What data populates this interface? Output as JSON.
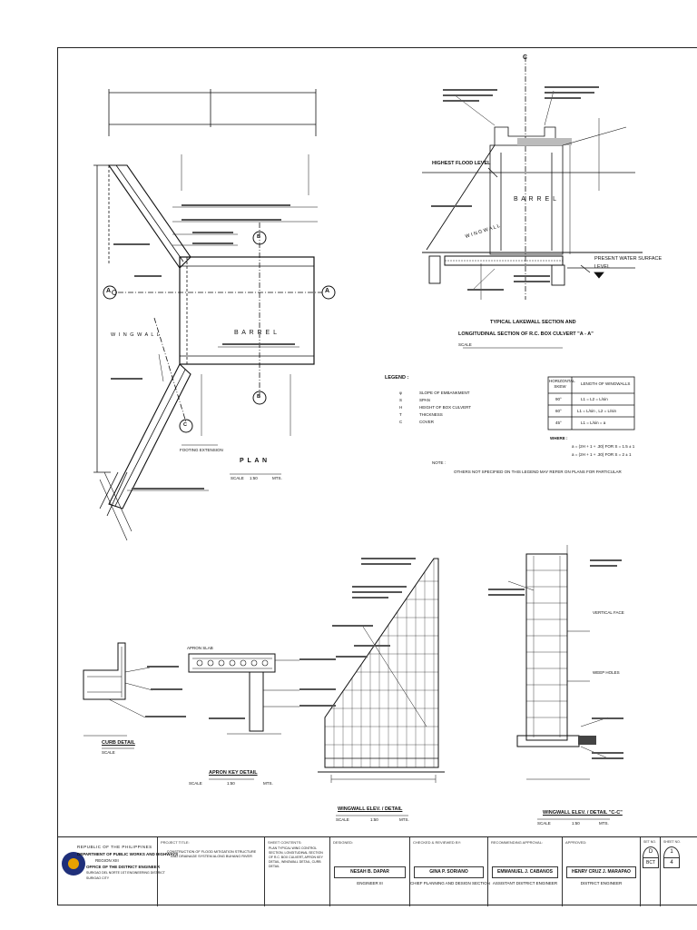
{
  "section_aa": {
    "title_line1": "TYPICAL LAKEWALL SECTION AND",
    "title_line2": "LONGITUDINAL SECTION OF R.C. BOX CULVERT \"A - A\"",
    "highest_flood_level": "HIGHEST FLOOD LEVEL",
    "present_water_surface": "PRESENT WATER SURFACE",
    "level": "LEVEL",
    "barrel": "B A R R E L",
    "wing_wall": "W I N G   W A L L",
    "section_marker": "C",
    "scale_label": "SCALE"
  },
  "plan": {
    "title": "P L A N",
    "scale": "SCALE",
    "scale_value": "1:50",
    "unit": "MTS.",
    "barrel": "B A R R E L",
    "wing_wall": "W I N G   W A L L",
    "marker_a": "A",
    "marker_b": "B",
    "marker_c": "C",
    "footing_extension": "FOOTING EXTENSION"
  },
  "legend": {
    "title": "LEGEND :",
    "items": [
      {
        "sym": "φ",
        "desc": "SLOPE OF EMBANKMENT"
      },
      {
        "sym": "S",
        "desc": "SPAN"
      },
      {
        "sym": "H",
        "desc": "HEIGHT OF BOX CULVERT"
      },
      {
        "sym": "T",
        "desc": "THICKNESS"
      },
      {
        "sym": "C",
        "desc": "COVER"
      }
    ],
    "table_header_1": "HORIZONTAL SKEW",
    "table_header_2": "LENGTH OF WINGWALLS",
    "table_rows": [
      {
        "skew": "90°",
        "len": "L1 = L2 = L/sin"
      },
      {
        "skew": "60°",
        "len": "L1 = L/sin , L2 = L/sin"
      },
      {
        "skew": "45°",
        "len": "L1 = L/sin  = a"
      }
    ],
    "where": "WHERE :",
    "where_1": "a = (2H + 1 + .30) FOR S = 1.5 ± 1",
    "where_2": "a = (2H + 1 + .30) FOR S = 2 ± 1",
    "note_label": "NOTE :",
    "note_text": "OTHERS NOT SPECIFIED ON THIS LEGEND MAY REFER ON PLANS FOR PARTICULAR"
  },
  "details": {
    "curb": "CURB DETAIL",
    "apron": "APRON KEY DETAIL",
    "wingwall_elev": "WINGWALL ELEV. / DETAIL",
    "wingwall_elev_c": "WINGWALL ELEV. / DETAIL \"C-C\"",
    "scale": "SCALE",
    "scale_value": "1:50",
    "unit": "MTS.",
    "apron_slab": "APRON SLAB",
    "weep_holes": "WEEP HOLES",
    "vertical_face": "VERTICAL FACE"
  },
  "title_block": {
    "republic": "REPUBLIC OF THE PHILIPPINES",
    "dept": "DEPARTMENT OF PUBLIC WORKS AND HIGHWAYS",
    "region": "REGION XIII",
    "office": "OFFICE OF THE DISTRICT ENGINEER",
    "district": "SURIGAO DEL NORTE 1ST ENGINEERING DISTRICT",
    "city": "SURIGAO CITY",
    "project_title_label": "PROJECT TITLE:",
    "project_title": "CONSTRUCTION OF FLOOD MITIGATION STRUCTURE AND DRAINAGE SYSTEM ALONG BUHANG RIVER",
    "sheet_contents_label": "SHEET CONTENTS:",
    "sheet_contents": "PLAN TYPICAL WING CONTROL SECTION, LONGITUDINAL SECTION OF R.C. BOX CULVERT, APRON KEY DETAIL, WINGWALL DETAIL, CURB DETAIL",
    "designed_label": "DESIGNED:",
    "designed_name": "NESAH B. DAPAR",
    "designed_role": "ENGINEER III",
    "checked_label": "CHECKED & REVIEWED BY:",
    "checked_name": "GINA P. SORIANO",
    "checked_role": "CHIEF PLANNING AND DESIGN SECTION",
    "recommending_label": "RECOMMENDING APPROVAL:",
    "recommending_name": "EMMANUEL J. CABANOS",
    "recommending_role": "ASSISTANT DISTRICT ENGINEER",
    "approved_label": "APPROVED:",
    "approved_name": "HENRY CRUZ J. MARAPAO",
    "approved_role": "DISTRICT ENGINEER",
    "set_no_label": "SET NO.",
    "set_no_top": "D",
    "set_no_bottom": "BCT",
    "sheet_no_label": "SHEET NO.",
    "sheet_no_top": "1",
    "sheet_no_bottom": "4"
  }
}
